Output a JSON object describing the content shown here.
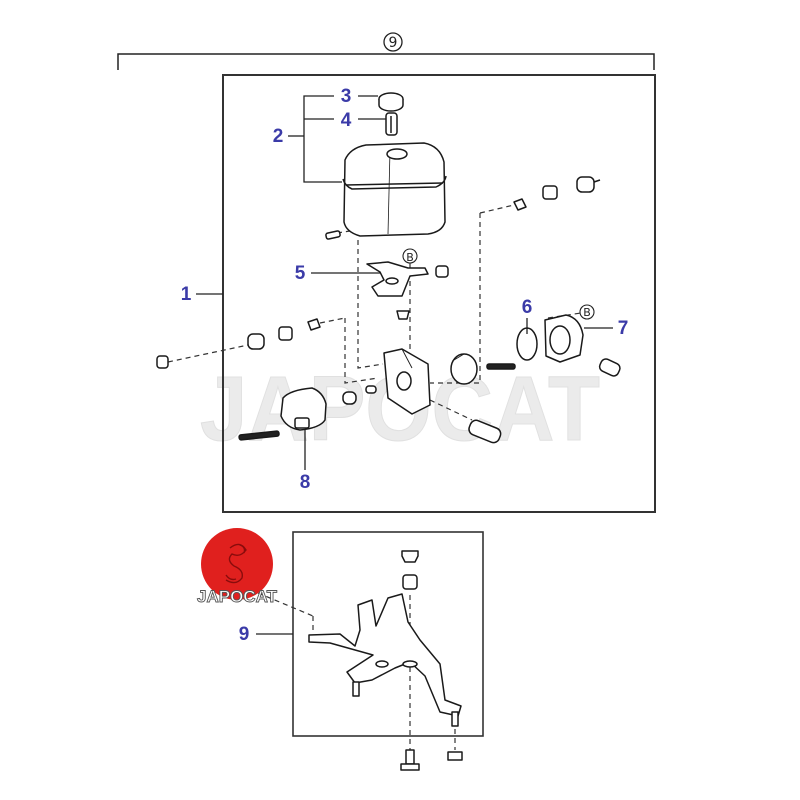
{
  "diagram": {
    "title": "ABS brake actuator / master cylinder reservoir assembly - exploded parts view",
    "assembly_ref": "9",
    "colors": {
      "callout": "#3b3ba8",
      "line": "#1a1a1a",
      "dash": "#333333",
      "logo_red": "#e0201e",
      "watermark": "#e8e8e8"
    },
    "callouts": [
      {
        "id": "1",
        "label": "1"
      },
      {
        "id": "2",
        "label": "2"
      },
      {
        "id": "3",
        "label": "3"
      },
      {
        "id": "4",
        "label": "4"
      },
      {
        "id": "5",
        "label": "5"
      },
      {
        "id": "6",
        "label": "6"
      },
      {
        "id": "7",
        "label": "7"
      },
      {
        "id": "8",
        "label": "8"
      },
      {
        "id": "9",
        "label": "9"
      }
    ],
    "reference_markers": [
      {
        "id": "B-upper",
        "label": "B"
      },
      {
        "id": "B-right",
        "label": "B"
      }
    ],
    "watermark_text": "JAPOCAT",
    "logo": {
      "text": "JAPOCAT",
      "icon": "dragon-icon"
    }
  }
}
